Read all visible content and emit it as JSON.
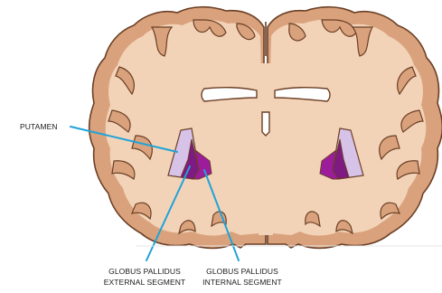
{
  "labels": {
    "putamen": "PUTAMEN",
    "gp_external": [
      "GLOBUS PALLIDUS",
      "EXTERNAL SEGMENT"
    ],
    "gp_internal": [
      "GLOBUS PALLIDUS",
      "INTERNAL SEGMENT"
    ]
  },
  "colors": {
    "background": "#ffffff",
    "white_matter": "#f3d3b8",
    "gray_matter": "#d9a27c",
    "outline": "#6b3f25",
    "putamen": "#d7c2e8",
    "gp_external": "#7e1a82",
    "gp_internal": "#9c1c9c",
    "leader_line": "#1fa3d8"
  }
}
